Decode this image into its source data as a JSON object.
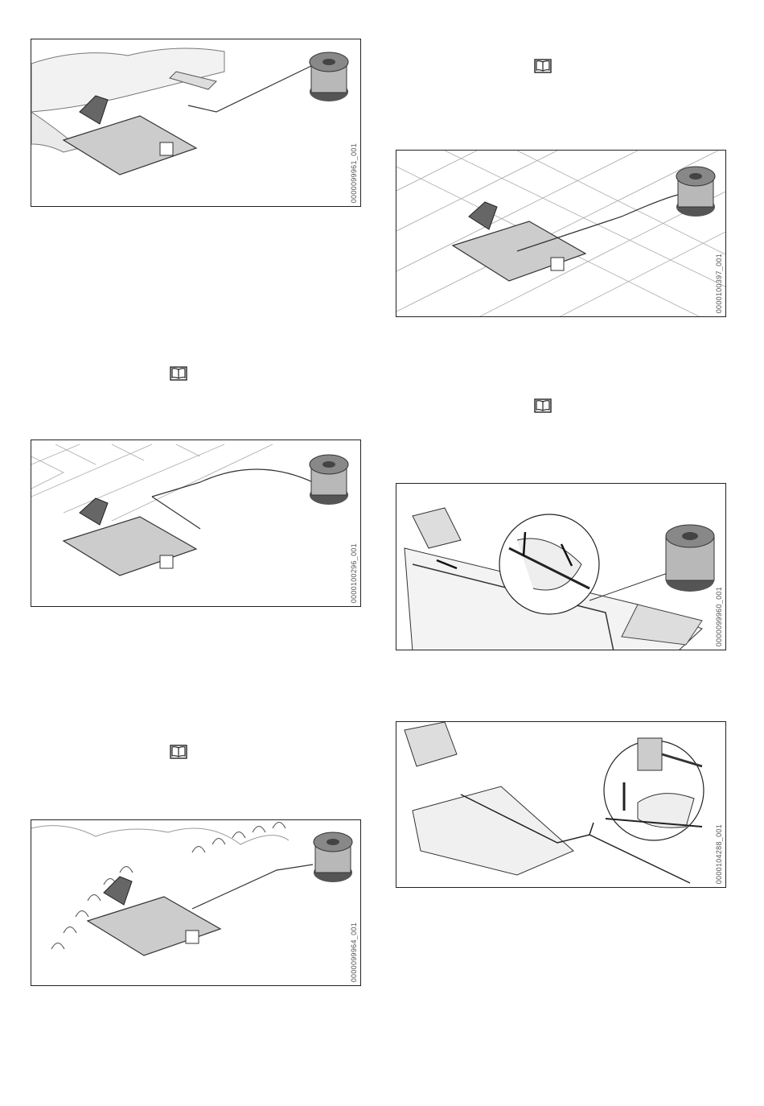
{
  "figures": [
    {
      "id": "0000099961_001"
    },
    {
      "id": "0000100296_001"
    },
    {
      "id": "0000099964_001"
    },
    {
      "id": "0000100397_001"
    },
    {
      "id": "0000099960_001"
    },
    {
      "id": "0000104288_001"
    }
  ],
  "icons": {
    "reference": "book-icon"
  }
}
